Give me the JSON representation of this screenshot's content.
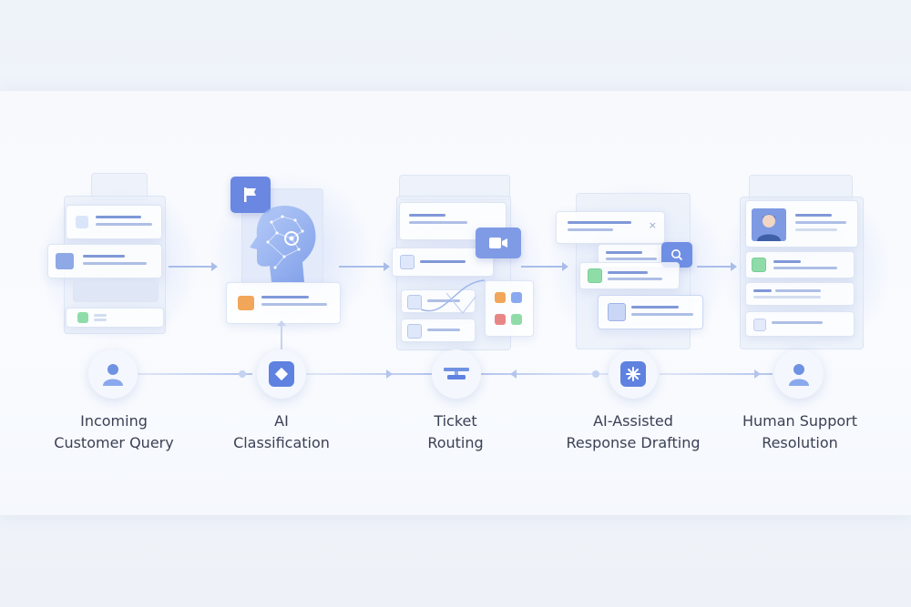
{
  "colors": {
    "accent": "#5b7de0",
    "background": "#f3f6fb",
    "node_icon": "#6f92e3",
    "label_text": "#3b4154"
  },
  "stages": [
    {
      "line1": "Incoming",
      "line2": "Customer Query",
      "icon": "user-icon"
    },
    {
      "line1": "AI",
      "line2": "Classification",
      "icon": "diamond-icon"
    },
    {
      "line1": "Ticket",
      "line2": "Routing",
      "icon": "routing-icon"
    },
    {
      "line1": "AI-Assisted",
      "line2": "Response Drafting",
      "icon": "sparkle-icon"
    },
    {
      "line1": "Human Support",
      "line2": "Resolution",
      "icon": "user-icon"
    }
  ]
}
